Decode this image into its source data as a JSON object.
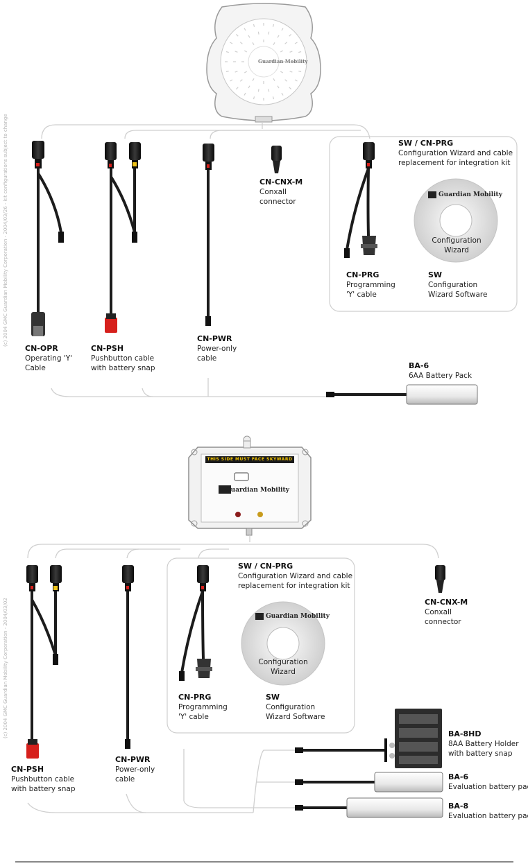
{
  "top": {
    "copyright": "(c) 2004 GMC Guardian Mobility Corporation - 2004/03/26 - kit configurations subject to change",
    "sw_box": {
      "title": "SW / CN-PRG",
      "desc_line1": "Configuration Wizard and cable",
      "desc_line2": "replacement for integration kit",
      "cd_brand": "Guardian Mobility",
      "cd_line1": "Configuration",
      "cd_line2": "Wizard"
    },
    "items": {
      "cn_opr": {
        "code": "CN-OPR",
        "line1": "Operating 'Y'",
        "line2": "Cable"
      },
      "cn_psh": {
        "code": "CN-PSH",
        "line1": "Pushbutton cable",
        "line2": "with battery snap"
      },
      "cn_pwr": {
        "code": "CN-PWR",
        "line1": "Power-only",
        "line2": "cable"
      },
      "cn_cnx": {
        "code": "CN-CNX-M",
        "line1": "Conxall",
        "line2": "connector"
      },
      "cn_prg": {
        "code": "CN-PRG",
        "line1": "Programming",
        "line2": "'Y' cable"
      },
      "sw": {
        "code": "SW",
        "line1": "Configuration",
        "line2": "Wizard Software"
      },
      "ba6": {
        "code": "BA-6",
        "line1": "6AA Battery Pack"
      }
    }
  },
  "bottom": {
    "copyright": "(c) 2004 GMC Guardian Mobility Corporation - 2004/03/02",
    "device": {
      "banner": "THIS SIDE MUST FACE SKYWARD",
      "brand": "Guardian Mobility"
    },
    "sw_box": {
      "title": "SW / CN-PRG",
      "desc_line1": "Configuration Wizard and cable",
      "desc_line2": "replacement for integration kit",
      "cd_brand": "Guardian Mobility",
      "cd_line1": "Configuration",
      "cd_line2": "Wizard"
    },
    "items": {
      "cn_psh": {
        "code": "CN-PSH",
        "line1": "Pushbutton cable",
        "line2": "with battery snap"
      },
      "cn_pwr": {
        "code": "CN-PWR",
        "line1": "Power-only",
        "line2": "cable"
      },
      "cn_cnx": {
        "code": "CN-CNX-M",
        "line1": "Conxall",
        "line2": "connector"
      },
      "cn_prg": {
        "code": "CN-PRG",
        "line1": "Programming",
        "line2": "'Y' cable"
      },
      "sw": {
        "code": "SW",
        "line1": "Configuration",
        "line2": "Wizard Software"
      },
      "ba8hd": {
        "code": "BA-8HD",
        "line1": "8AA Battery Holder",
        "line2": "with battery snap"
      },
      "ba6": {
        "code": "BA-6",
        "line1": "Evaluation battery pack"
      },
      "ba8": {
        "code": "BA-8",
        "line1": "Evaluation battery pack"
      }
    }
  },
  "colors": {
    "connector_red": "#d6201c",
    "connector_yellow": "#f0c419",
    "cable": "#1c1c1c",
    "wire_line": "#c9c9c9",
    "box_border": "#cfcfcf"
  }
}
